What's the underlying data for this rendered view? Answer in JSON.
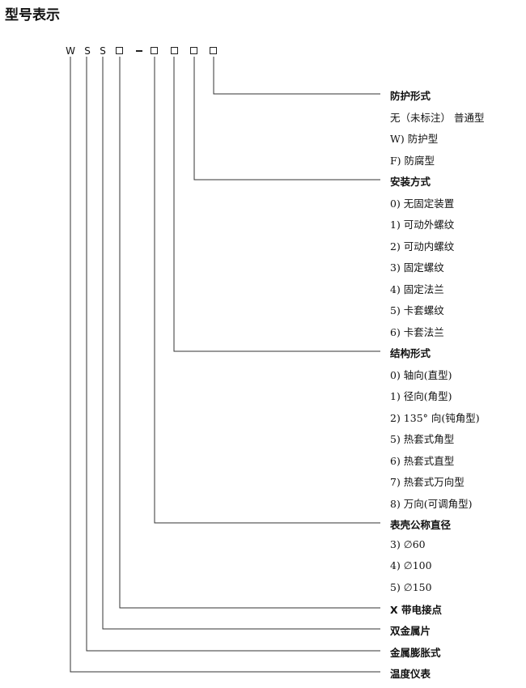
{
  "title": "型号表示",
  "code": {
    "c1": "W",
    "c2": "S",
    "c3": "S",
    "dash": "-"
  },
  "groups": {
    "protection": {
      "heading": "防护形式",
      "items": [
        "无（未标注） 普通型",
        "W) 防护型",
        "F) 防腐型"
      ]
    },
    "mounting": {
      "heading": "安装方式",
      "items": [
        "0) 无固定装置",
        "1) 可动外螺纹",
        "2) 可动内螺纹",
        "3) 固定螺纹",
        "4) 固定法兰",
        "5) 卡套螺纹",
        "6) 卡套法兰"
      ]
    },
    "structure": {
      "heading": "结构形式",
      "items": [
        "0) 轴向(直型)",
        "1) 径向(角型)",
        "2) 135° 向(钝角型)",
        "5) 热套式角型",
        "6) 热套式直型",
        "7) 热套式万向型",
        "8) 万向(可调角型)"
      ]
    },
    "diameter": {
      "heading": "表壳公称直径",
      "items": [
        "3) ∅60",
        "4) ∅100",
        "5) ∅150"
      ]
    },
    "contact": {
      "heading": "X 带电接点"
    },
    "bimetal": {
      "heading": "双金属片"
    },
    "expansion": {
      "heading": "金属膨胀式"
    },
    "thermometer": {
      "heading": "温度仪表"
    }
  }
}
